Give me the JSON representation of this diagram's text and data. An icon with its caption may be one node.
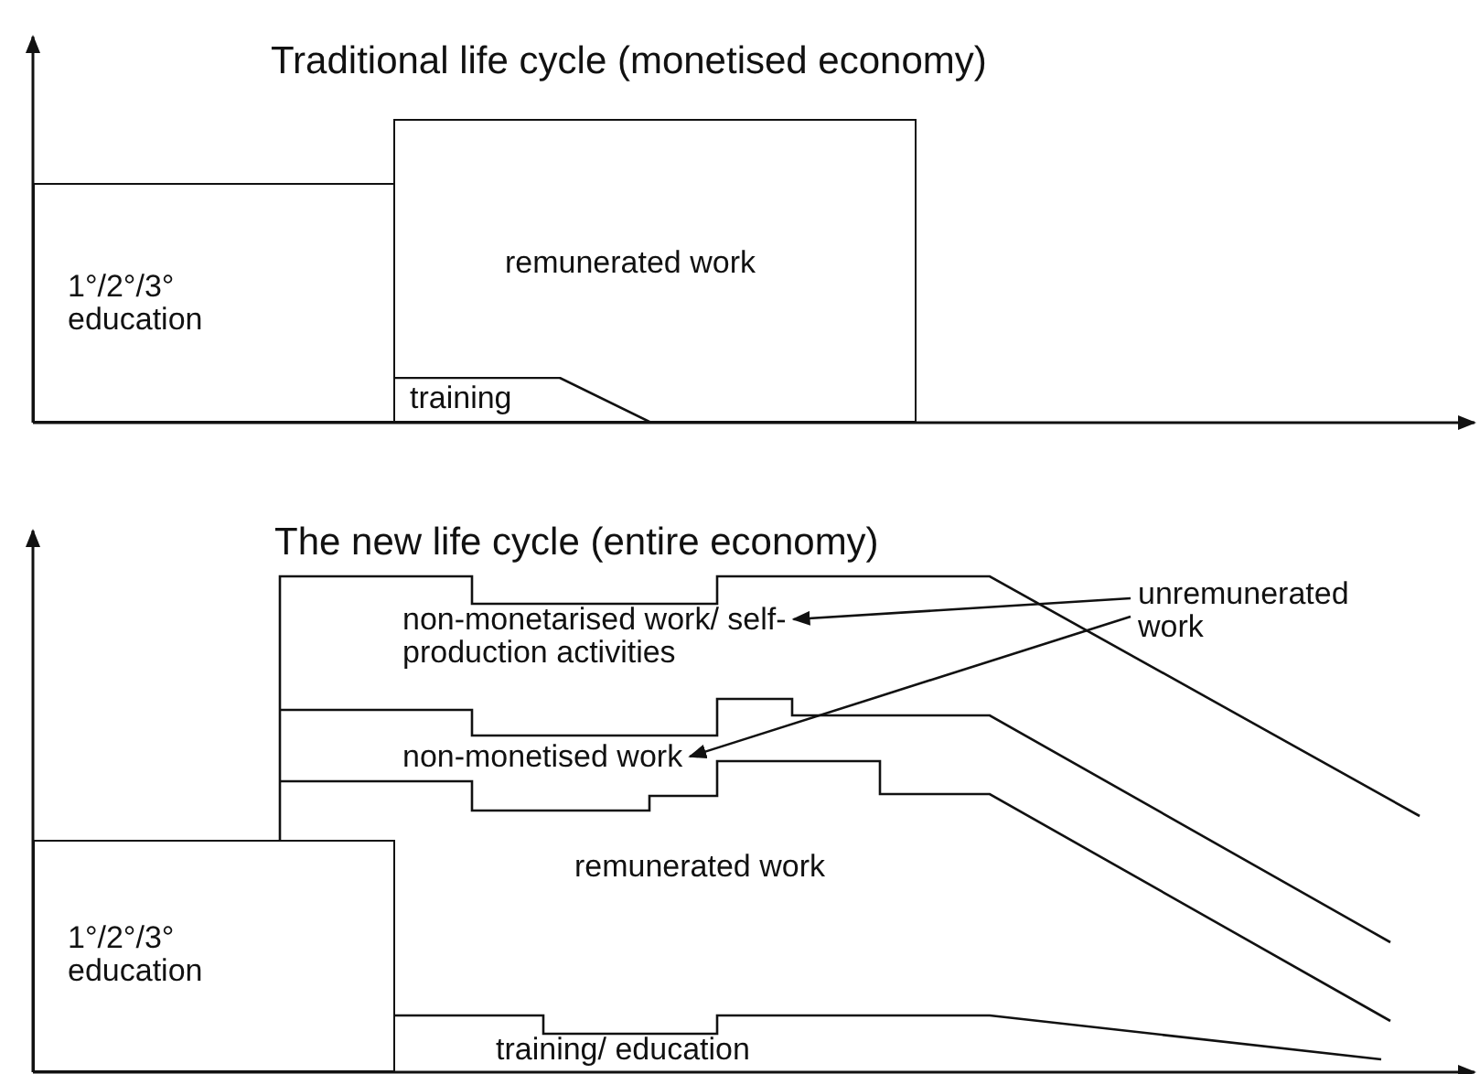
{
  "diagram": {
    "nodes": [
      {
        "text": [
          "1°/2°/3° education"
        ]
      },
      {
        "text": [
          "remunerated work"
        ]
      },
      {
        "text": [
          "training"
        ],
        "in": 1
      },
      {
        "text": [
          "1°/2°/3° education"
        ]
      },
      {
        "text": [
          "non-monetarised work/ self-production activities"
        ]
      },
      {
        "text": [
          "non-monetised work"
        ]
      },
      {
        "text": [
          "remunerated work"
        ]
      },
      {
        "text": [
          "training/ education"
        ]
      },
      {
        "text": [
          "unremunerated work"
        ]
      }
    ],
    "edges": [
      {
        "from": 8,
        "to": 4,
        "arrow": "to"
      },
      {
        "from": 8,
        "to": 5,
        "arrow": "to"
      }
    ],
    "labels": [
      "Traditional life cycle (monetised economy)",
      "The new life cycle (entire economy)"
    ]
  }
}
